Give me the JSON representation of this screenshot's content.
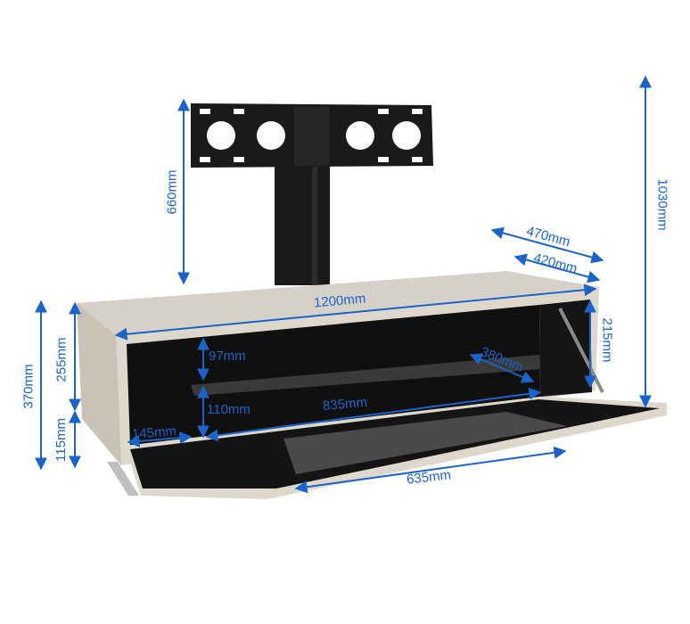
{
  "product": {
    "colors": {
      "dimension": "#1c63c9",
      "cabinet": "#ddd7cc",
      "cabinet_dark": "#c9c2b6",
      "interior": "#101010",
      "bracket": "#1a1a1a",
      "glass": "#3a3a3a"
    }
  },
  "dimensions": {
    "overall_height": "1030mm",
    "pole_height": "660mm",
    "depth_outer": "470mm",
    "depth_inner": "420mm",
    "width": "1200mm",
    "cabinet_height": "370mm",
    "upper_height": "255mm",
    "leg_height": "115mm",
    "side_height": "215mm",
    "shelf_gap_top": "97mm",
    "shelf_gap_bottom": "110mm",
    "compartment_width": "835mm",
    "shelf_depth": "380mm",
    "side_width": "145mm",
    "flap_width": "635mm"
  }
}
